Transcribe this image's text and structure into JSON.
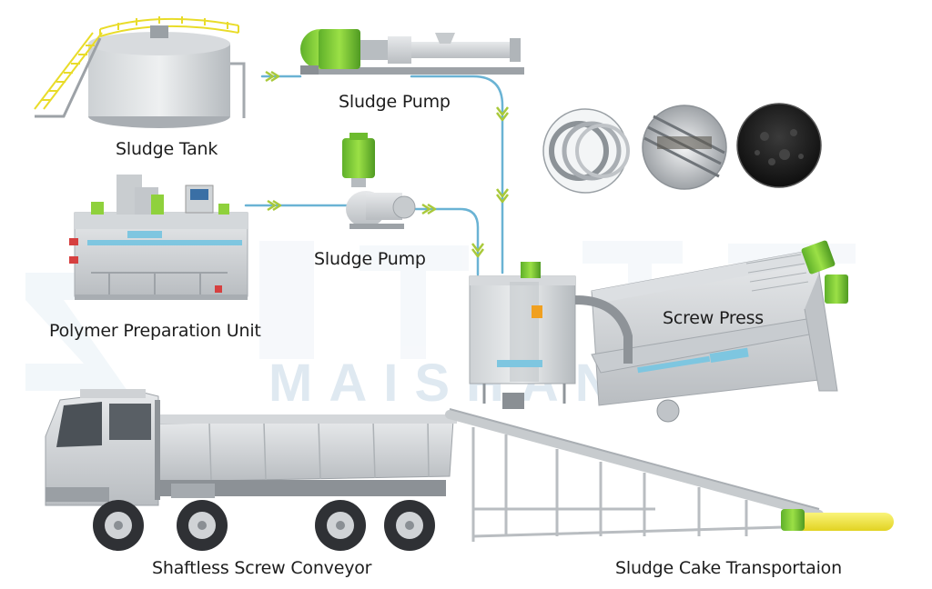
{
  "labels": {
    "sludge_tank": "Sludge Tank",
    "sludge_pump_1": "Sludge Pump",
    "sludge_pump_2": "Sludge Pump",
    "polymer_unit": "Polymer Preparation Unit",
    "screw_press": "Screw Press",
    "shaftless_conveyor": "Shaftless Screw Conveyor",
    "cake_transport": "Sludge Cake Transportaion"
  },
  "watermark": {
    "brand": "MAISHAN"
  },
  "colors": {
    "pipe": "#6ab3d4",
    "arrow": "#a9c93a",
    "machine_gray": "#c4c8cc",
    "accent_green": "#8fd13c",
    "railing_yellow": "#f2e233",
    "conveyor_yellow": "#f3ea45",
    "label_text": "#1d1d1d"
  }
}
